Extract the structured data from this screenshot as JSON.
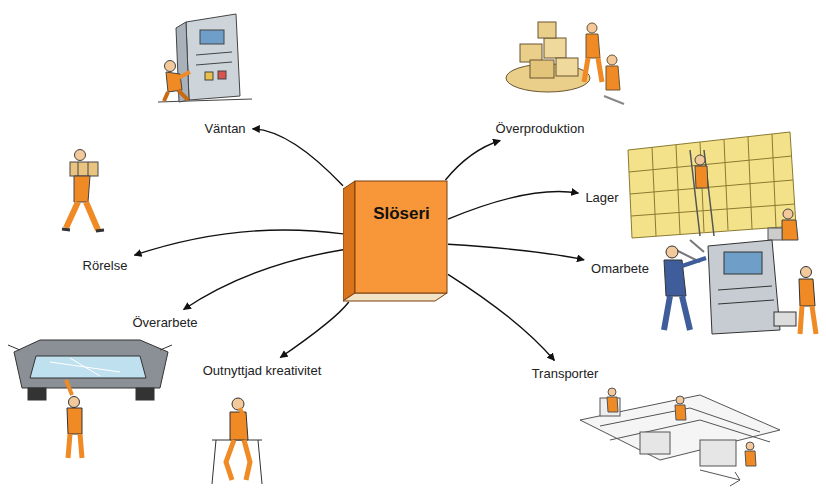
{
  "diagram": {
    "nodes": [
      {
        "text": [
          "Slöseri"
        ]
      },
      {
        "text": [
          "Väntan"
        ]
      },
      {
        "text": [
          "Rörelse"
        ]
      },
      {
        "text": [
          "Överarbete"
        ]
      },
      {
        "text": [
          "Outnyttjad kreativitet"
        ]
      },
      {
        "text": [
          "Överproduktion"
        ]
      },
      {
        "text": [
          "Lager"
        ]
      },
      {
        "text": [
          "Omarbete"
        ]
      },
      {
        "text": [
          "Transporter"
        ]
      }
    ],
    "edges": [
      {
        "from": 0,
        "to": 1,
        "arrow": "to"
      },
      {
        "from": 0,
        "to": 2,
        "arrow": "to"
      },
      {
        "from": 0,
        "to": 3,
        "arrow": "to"
      },
      {
        "from": 0,
        "to": 4,
        "arrow": "to"
      },
      {
        "from": 0,
        "to": 5,
        "arrow": "to"
      },
      {
        "from": 0,
        "to": 6,
        "arrow": "to"
      },
      {
        "from": 0,
        "to": 7,
        "arrow": "to"
      },
      {
        "from": 0,
        "to": 8,
        "arrow": "to"
      }
    ]
  }
}
